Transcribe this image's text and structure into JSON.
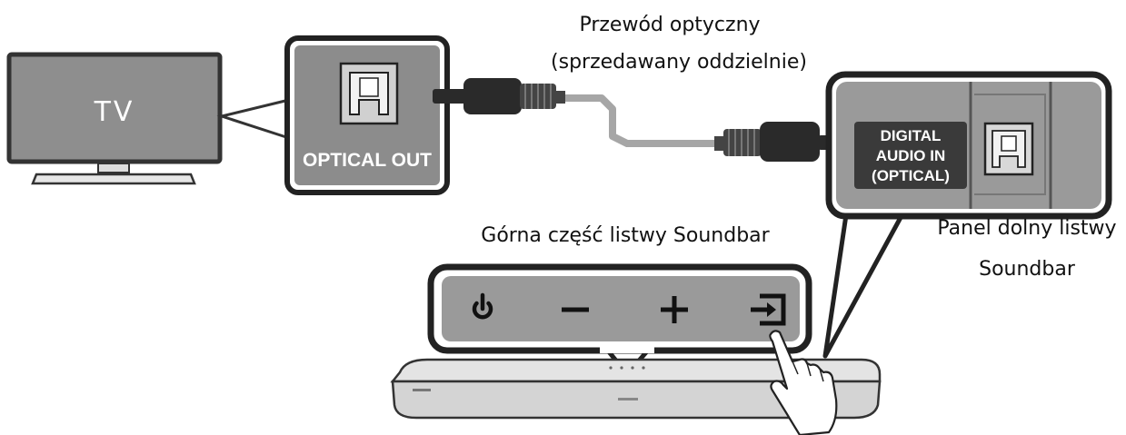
{
  "labels": {
    "cable_line1": "Przewód optyczny",
    "cable_line2": "(sprzedawany oddzielnie)",
    "tv": "TV",
    "optical_out": "OPTICAL OUT",
    "digital_in_line1": "DIGITAL",
    "digital_in_line2": "AUDIO IN",
    "digital_in_line3": "(OPTICAL)",
    "top_caption": "Górna część listwy Soundbar",
    "bottom_caption_line1": "Panel dolny listwy",
    "bottom_caption_line2": "Soundbar"
  },
  "buttons": [
    {
      "name": "power",
      "icon": "power-icon"
    },
    {
      "name": "volume-down",
      "icon": "minus-icon"
    },
    {
      "name": "volume-up",
      "icon": "plus-icon"
    },
    {
      "name": "source",
      "icon": "source-input-icon"
    }
  ],
  "colors": {
    "panel": "#8c8c8c",
    "callout_border": "#222222",
    "cable_gray": "#a6a6a6",
    "soundbar_body": "#d9d9d9"
  }
}
